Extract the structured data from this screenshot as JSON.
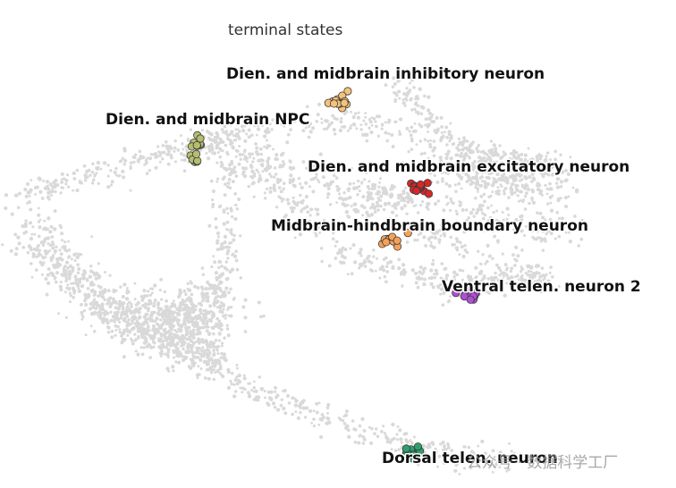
{
  "chart_data": {
    "type": "scatter",
    "title": "terminal states",
    "xlabel": "",
    "ylabel": "",
    "grid": false,
    "legend": "on data",
    "background_point_color": "#d9d9d9",
    "series": [
      {
        "name": "Dien. and midbrain inhibitory neuron",
        "color": "#f5c27a",
        "x": [
          0.583
        ],
        "y": [
          0.853
        ]
      },
      {
        "name": "Dien. and midbrain NPC",
        "color": "#b5bd6e",
        "x": [
          0.328
        ],
        "y": [
          0.748
        ]
      },
      {
        "name": "Dien. and midbrain excitatory neuron",
        "color": "#d62728",
        "x": [
          0.722
        ],
        "y": [
          0.659
        ]
      },
      {
        "name": "Midbrain-hindbrain boundary neuron",
        "color": "#f4a259",
        "x": [
          0.67
        ],
        "y": [
          0.538
        ]
      },
      {
        "name": "Ventral telen. neuron 2",
        "color": "#b04fd6",
        "x": [
          0.81
        ],
        "y": [
          0.413
        ]
      },
      {
        "name": "Dorsal telen. neuron",
        "color": "#2f9e6e",
        "x": [
          0.707
        ],
        "y": [
          0.056
        ]
      }
    ]
  },
  "watermark": "公众号 · 数据科学工厂"
}
